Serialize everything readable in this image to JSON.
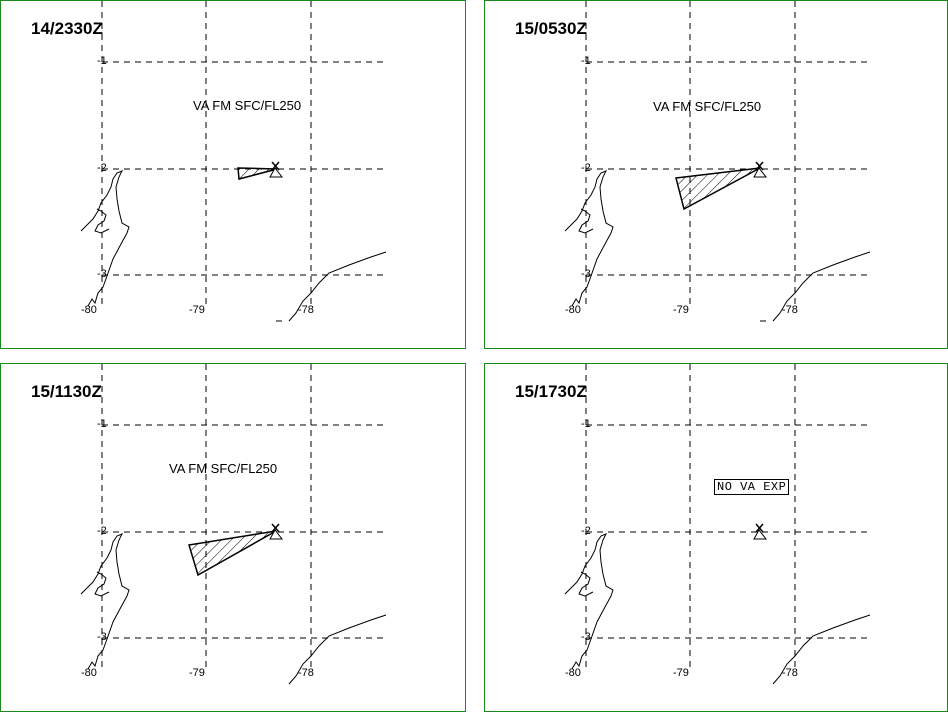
{
  "panels": [
    {
      "title": "14/2330Z",
      "label": "VA FM SFC/FL250",
      "boxed": false
    },
    {
      "title": "15/0530Z",
      "label": "VA FM SFC/FL250",
      "boxed": false
    },
    {
      "title": "15/1130Z",
      "label": "VA FM SFC/FL250",
      "boxed": false
    },
    {
      "title": "15/1730Z",
      "label": "NO VA EXP",
      "boxed": true
    }
  ],
  "axis": {
    "lat_ticks": [
      "-1",
      "-2",
      "-3"
    ],
    "lon_ticks": [
      "-80",
      "-79",
      "-78"
    ]
  },
  "colors": {
    "border": "#1a8a1a",
    "grid": "#000000"
  }
}
